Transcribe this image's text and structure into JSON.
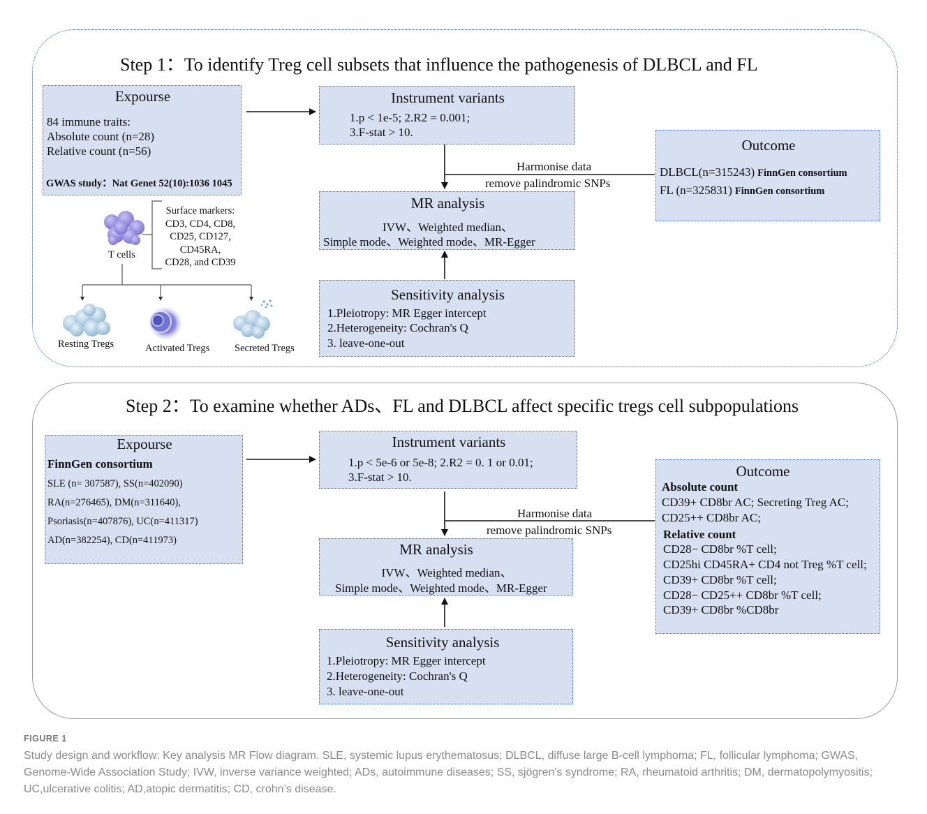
{
  "step1": {
    "title": "Step 1：To identify Treg cell subsets that influence the pathogenesis of DLBCL and FL",
    "exposure": {
      "heading": "Expourse",
      "lines": [
        "84  immune traits:",
        "Absolute count (n=28)",
        "Relative  count (n=56)"
      ],
      "gwas": "GWAS study：Nat Genet 52(10):1036 1045"
    },
    "instrument": {
      "heading": "Instrument variants",
      "lines": [
        "1.p < 1e-5;    2.R2 = 0.001;",
        "3.F-stat > 10."
      ]
    },
    "harmonise": [
      "Harmonise data",
      "remove palindromic SNPs"
    ],
    "mr": {
      "heading": "MR analysis",
      "lines": [
        "IVW、Weighted median、",
        "Simple mode、Weighted mode、MR-Egger"
      ]
    },
    "sensitivity": {
      "heading": "Sensitivity analysis",
      "lines": [
        "1.Pleiotropy: MR Egger intercept",
        "2.Heterogeneity: Cochran's Q",
        "3. leave-one-out"
      ]
    },
    "outcome": {
      "heading": "Outcome",
      "rows": [
        {
          "name": "DLBCL(n=315243)",
          "source": "FinnGen consortium"
        },
        {
          "name": "FL (n=325831)",
          "source": "FinnGen consortium"
        }
      ]
    },
    "tcells": {
      "label": "T cells",
      "markers": [
        "Surface markers:",
        "CD3, CD4, CD8,",
        "CD25, CD127,",
        "CD45RA,",
        "CD28, and CD39"
      ],
      "subsets": [
        "Resting Tregs",
        "Activated Tregs",
        "Secreted Tregs"
      ]
    }
  },
  "step2": {
    "title": "Step 2：To examine whether ADs、FL and DLBCL affect specific tregs cell subpopulations",
    "exposure": {
      "heading": "Expourse",
      "source": "FinnGen consortium",
      "lines": [
        "SLE (n= 307587), SS(n=402090)",
        "RA(n=276465), DM(n=311640),",
        "Psoriasis(n=407876), UC(n=411317)",
        "AD(n=382254), CD(n=411973)"
      ]
    },
    "instrument": {
      "heading": "Instrument variants",
      "lines": [
        "1.p < 5e-6 or  5e-8;   2.R2 = 0. 1 or 0.01;",
        "3.F-stat > 10."
      ]
    },
    "harmonise": [
      "Harmonise data",
      "remove palindromic SNPs"
    ],
    "mr": {
      "heading": "MR analysis",
      "lines": [
        "IVW、Weighted median、",
        "Simple mode、Weighted mode、MR-Egger"
      ]
    },
    "sensitivity": {
      "heading": "Sensitivity analysis",
      "lines": [
        "1.Pleiotropy: MR Egger intercept",
        "2.Heterogeneity: Cochran's Q",
        "3. leave-one-out"
      ]
    },
    "outcome": {
      "heading": "Outcome",
      "abs_heading": "Absolute count",
      "abs_lines": [
        "CD39+ CD8br AC;  Secreting Treg AC;",
        "CD25++ CD8br AC;"
      ],
      "rel_heading": "Relative count",
      "rel_lines": [
        "CD28− CD8br %T cell;",
        "CD25hi CD45RA+ CD4 not Treg %T cell;",
        "CD39+ CD8br %T cell;",
        "CD28− CD25++ CD8br %T cell;",
        "CD39+ CD8br %CD8br"
      ]
    }
  },
  "caption": {
    "label": "FIGURE 1",
    "text": "Study design and workflow: Key analysis MR Flow diagram. SLE, systemic lupus erythematosus; DLBCL, diffuse large B-cell lymphoma; FL, follicular lymphoma;  GWAS, Genome-Wide Association Study; IVW, inverse variance weighted; ADs, autoimmune diseases; SS, sjögren's syndrome; RA, rheumatoid arthritis; DM, dermatopolymyositis; UC,ulcerative colitis; AD,atopic dermatitis; CD, crohn’s disease."
  },
  "colors": {
    "box_fill": "#d6e0f0",
    "box_border": "#4a6fb5",
    "cell_purple": "#8f86d6",
    "cell_blue": "#9fc3dc"
  }
}
